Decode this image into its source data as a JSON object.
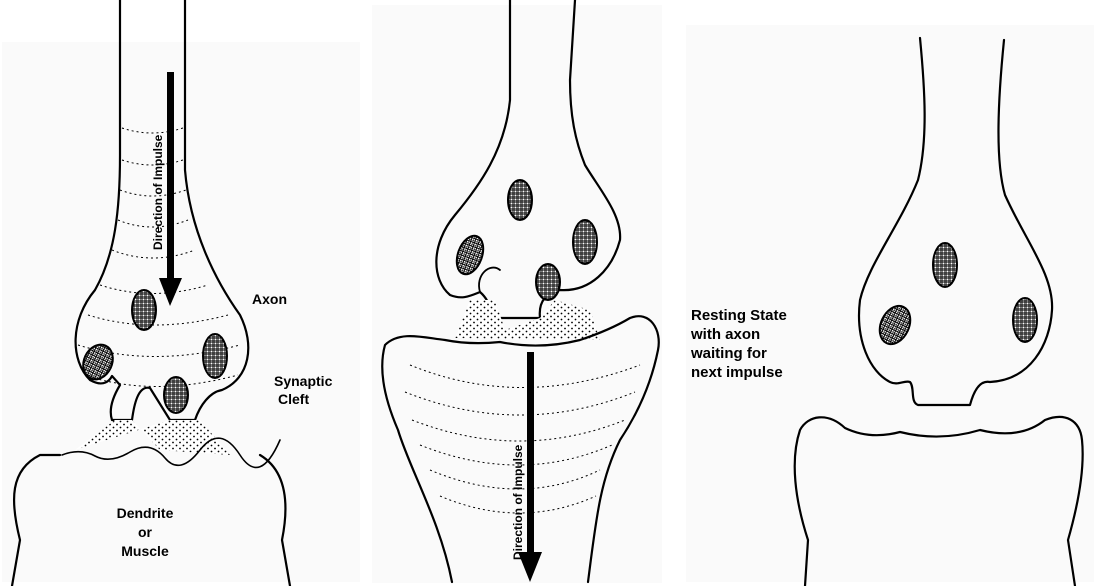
{
  "panels": [
    {
      "labels": {
        "direction": "Direction of Impulse",
        "axon": "Axon",
        "synaptic_line1": "Synaptic",
        "synaptic_line2": "Cleft",
        "dendrite_line1": "Dendrite",
        "dendrite_line2": "or",
        "dendrite_line3": "Muscle"
      }
    },
    {
      "labels": {
        "direction": "Direction of Impulse"
      }
    },
    {
      "labels": {
        "resting_line1": "Resting State",
        "resting_line2": "with axon",
        "resting_line3": "waiting for",
        "resting_line4": "next impulse"
      }
    }
  ],
  "colors": {
    "ink": "#000000",
    "panel_edge": "#f2f2f2",
    "background": "#ffffff"
  }
}
